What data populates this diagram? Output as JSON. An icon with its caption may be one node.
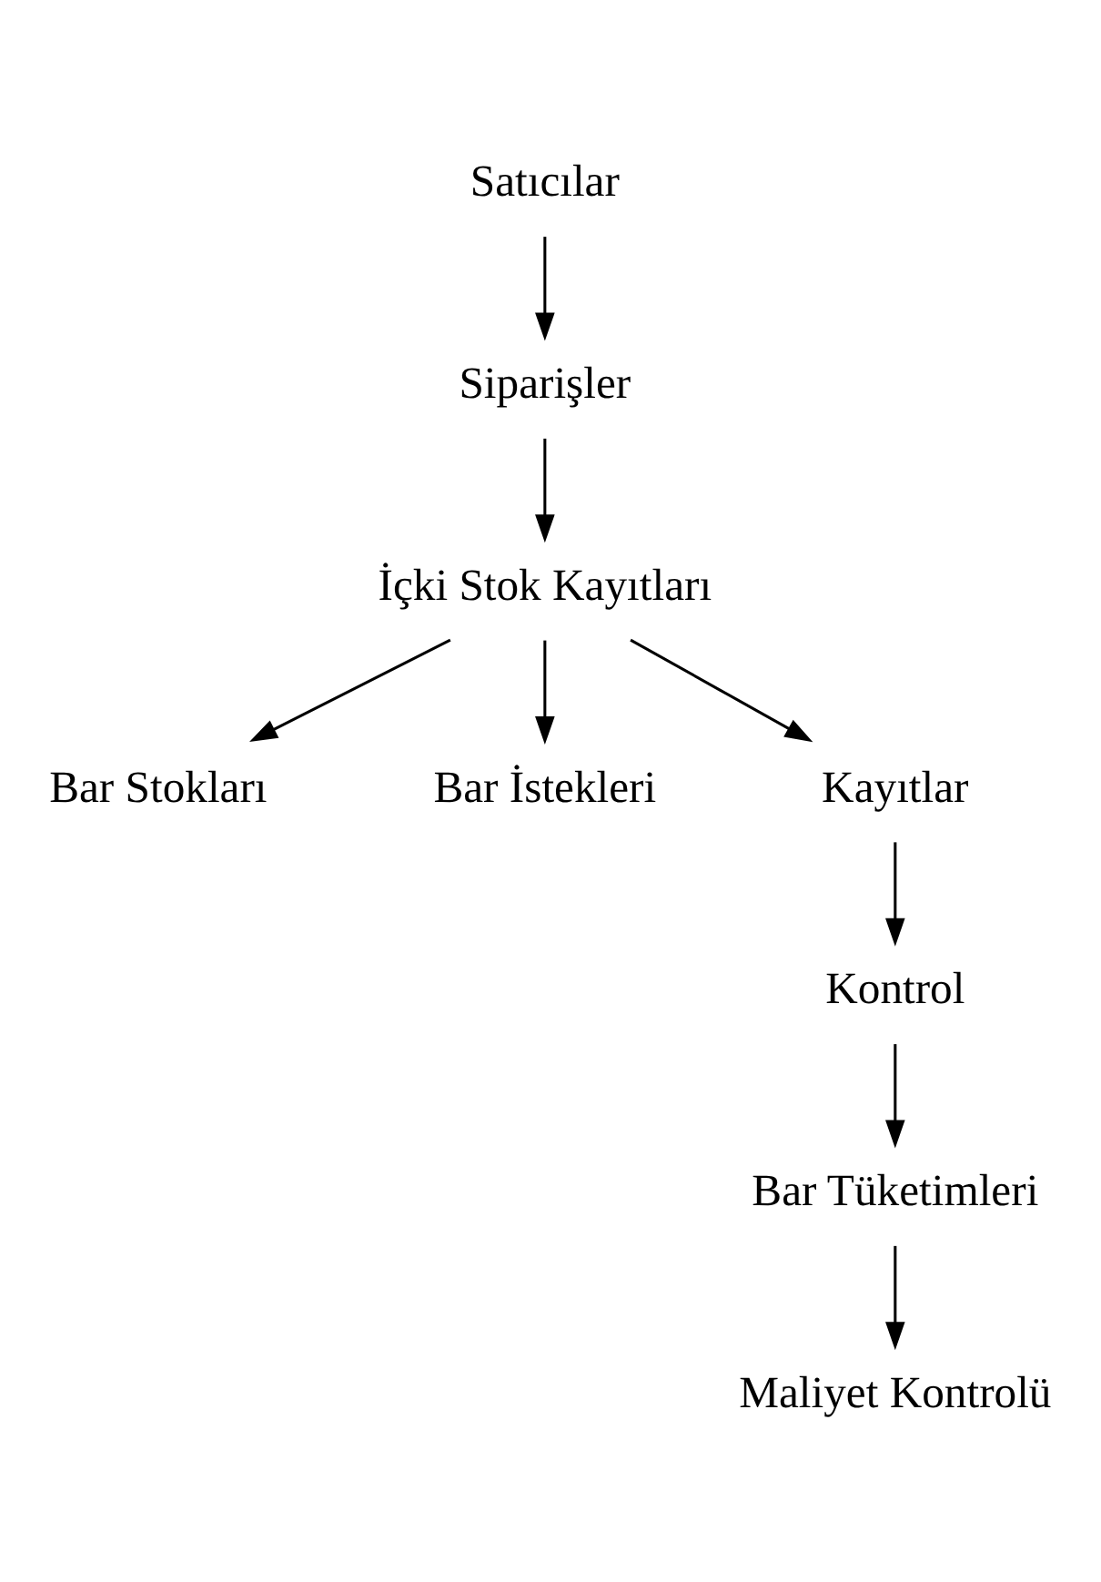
{
  "diagram": {
    "nodes": [
      {
        "text": [
          "Satıcılar"
        ]
      },
      {
        "text": [
          "Siparişler"
        ]
      },
      {
        "text": [
          "İçki Stok Kayıtları"
        ]
      },
      {
        "text": [
          "Bar Stokları"
        ]
      },
      {
        "text": [
          "Bar İstekleri"
        ]
      },
      {
        "text": [
          "Kayıtlar"
        ]
      },
      {
        "text": [
          "Kontrol"
        ]
      },
      {
        "text": [
          "Bar Tüketimleri"
        ]
      },
      {
        "text": [
          "Maliyet Kontrolü"
        ]
      }
    ],
    "edges": [
      {
        "from": 0,
        "to": 1,
        "arrow": "to"
      },
      {
        "from": 1,
        "to": 2,
        "arrow": "to"
      },
      {
        "from": 2,
        "to": 3,
        "arrow": "to"
      },
      {
        "from": 2,
        "to": 5,
        "arrow": "to"
      },
      {
        "from": 2,
        "to": 4,
        "arrow": "to"
      },
      {
        "from": 5,
        "to": 6,
        "arrow": "to"
      },
      {
        "from": 6,
        "to": 7,
        "arrow": "to"
      },
      {
        "from": 7,
        "to": 8,
        "arrow": "to"
      }
    ]
  }
}
